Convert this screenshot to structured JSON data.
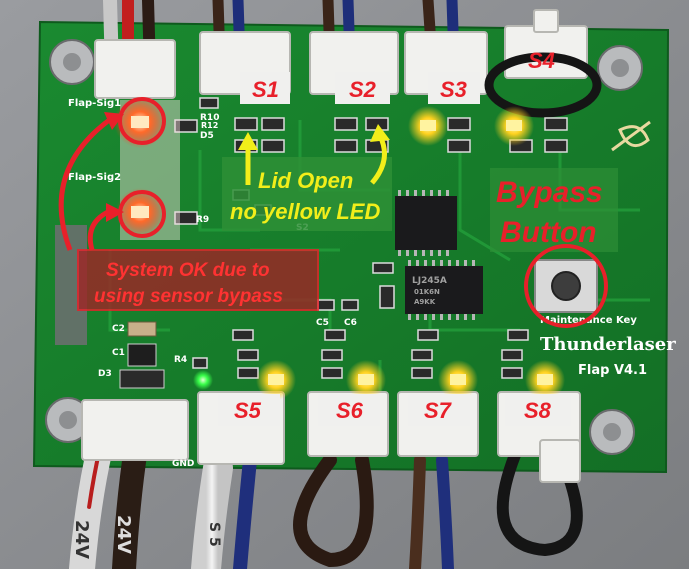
{
  "board": {
    "brand": "Thunderlaser",
    "version": "Flap V4.1",
    "maintenance_label": "Maintenance Key",
    "silk": {
      "flap_sig1": "Flap-Sig1",
      "flap_sig2": "Flap-Sig2",
      "r10": "R10",
      "d5": "D5",
      "r12": "R12",
      "r9": "R9",
      "c2": "C2",
      "c1": "C1",
      "d3": "D3",
      "r4": "R4",
      "c5": "C5",
      "c6": "C6",
      "s2": "S2",
      "gnd": "GND",
      "chip_marking": "LJ245A",
      "chip_marking2": "01K6N",
      "chip_marking3": "A9KK"
    },
    "wire_labels": {
      "left_24v": "24V",
      "right_24v": "24V",
      "s5_wire": "S 5"
    }
  },
  "sensors": {
    "s1": "S1",
    "s2": "S2",
    "s3": "S3",
    "s4": "S4",
    "s5": "S5",
    "s6": "S6",
    "s7": "S7",
    "s8": "S8"
  },
  "annotations": {
    "lid_open_line1": "Lid Open",
    "lid_open_line2": "no yellow LED",
    "bypass_line1": "Bypass",
    "bypass_line2": "Button",
    "system_ok_line1": "System OK due to",
    "system_ok_line2": "using sensor bypass"
  },
  "colors": {
    "pcb": "#17822c",
    "annotation_red": "#e8202a",
    "annotation_yellow": "#f2ee1a",
    "led_yellow": "#ffd21f",
    "led_red": "#ff5a2a",
    "led_green": "#39ff4a"
  }
}
